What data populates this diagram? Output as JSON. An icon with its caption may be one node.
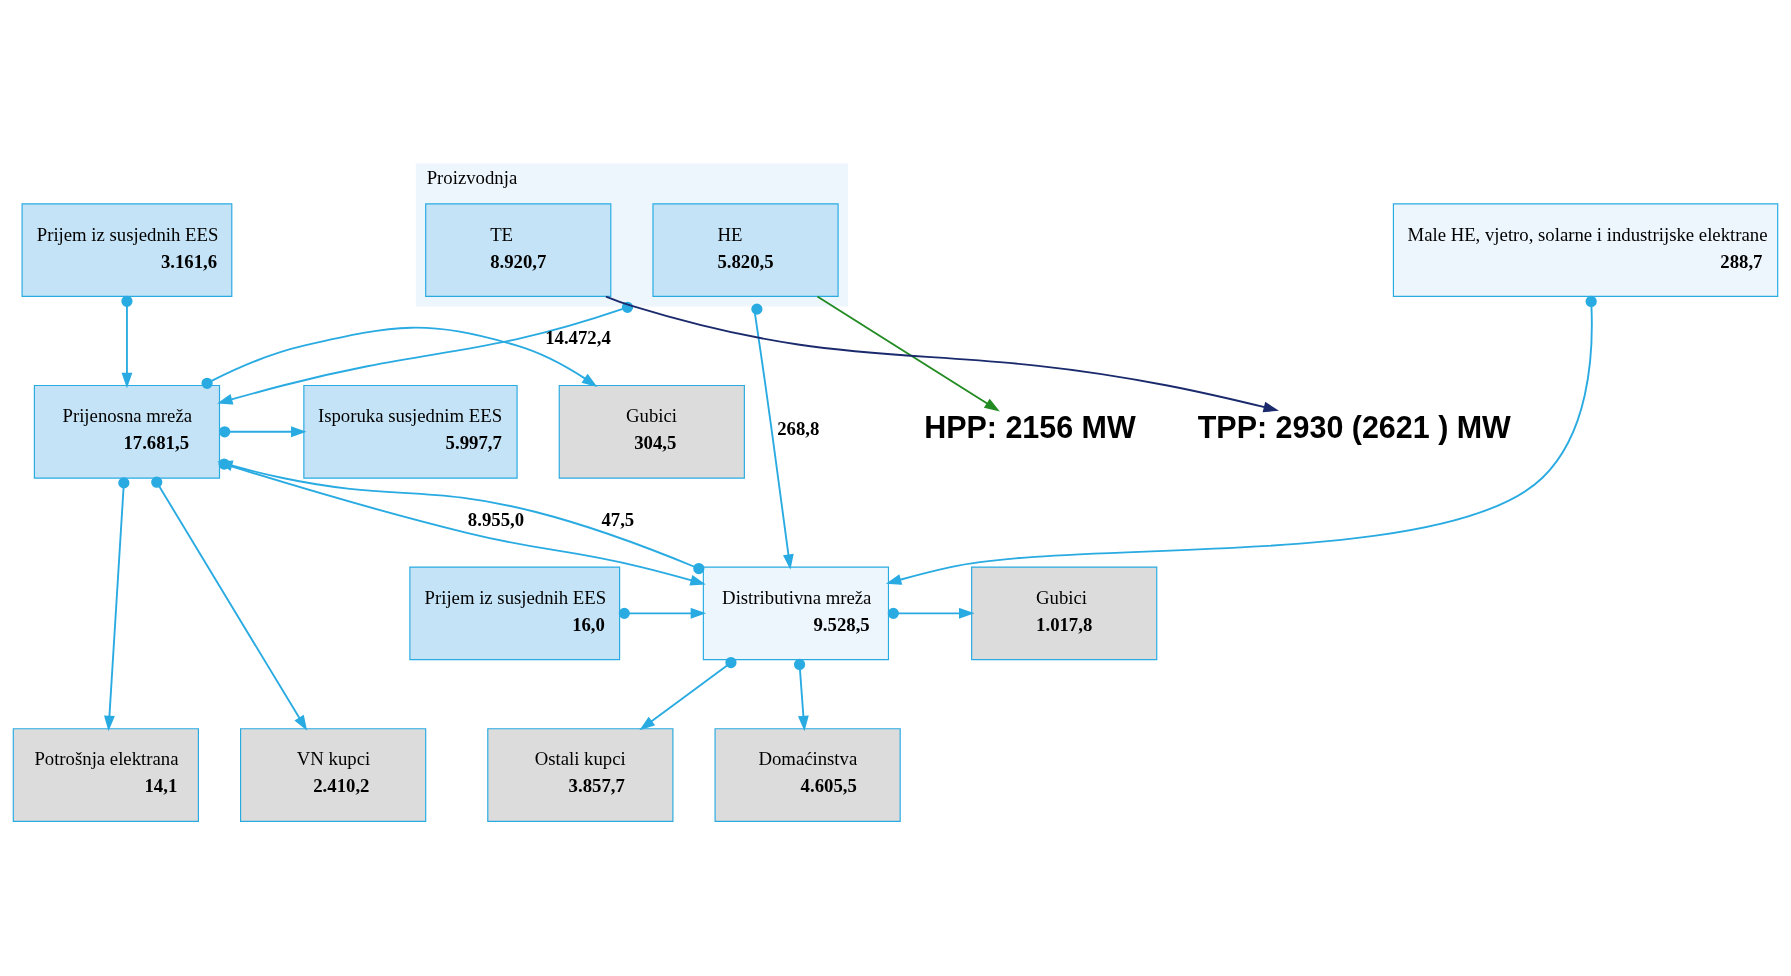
{
  "diagram": {
    "nodes": [
      {
        "text": [
          "Prijem iz susjednih EES",
          "3.161,6"
        ]
      },
      {
        "text": [
          "Proizvodnja"
        ]
      },
      {
        "text": [
          "HE",
          "5.820,5"
        ],
        "in": 1
      },
      {
        "text": [
          "TE",
          "8.920,7"
        ],
        "in": 1
      },
      {
        "text": [
          "Male HE, vjetro, solarne i industrijske elektrane",
          "288,7"
        ]
      },
      {
        "text": [
          "Isporuka susjednim EES",
          "5.997,7"
        ]
      },
      {
        "text": [
          "Prijenosna mreža",
          "17.681,5"
        ]
      },
      {
        "text": [
          "Gubici",
          "304,5"
        ]
      },
      {
        "text": [
          "Distributivna mreža",
          "9.528,5"
        ]
      },
      {
        "text": [
          "Prijem iz susjednih EES",
          "16,0"
        ]
      },
      {
        "text": [
          "Gubici",
          "1.017,8"
        ]
      },
      {
        "text": [
          "Potrošnja elektrana",
          "14,1"
        ]
      },
      {
        "text": [
          "VN kupci",
          "2.410,2"
        ]
      },
      {
        "text": [
          "Ostali kupci",
          "3.857,7"
        ]
      },
      {
        "text": [
          "Domaćinstva",
          "4.605,5"
        ]
      },
      {
        "text": [
          "TPP: 2930 (2621 ) MW"
        ]
      },
      {
        "text": [
          "HPP: 2156 MW"
        ]
      }
    ],
    "edges": [
      {
        "from": 0,
        "to": 6,
        "arrow": "to"
      },
      {
        "from": 1,
        "to": 6,
        "arrow": "to",
        "label": "14.472,4"
      },
      {
        "from": 1,
        "to": 8,
        "arrow": "to",
        "label": "268,8"
      },
      {
        "from": 4,
        "to": 8,
        "arrow": "to"
      },
      {
        "from": 6,
        "to": 5,
        "arrow": "to"
      },
      {
        "from": 6,
        "to": 7,
        "arrow": "to"
      },
      {
        "from": 6,
        "to": 11,
        "arrow": "to"
      },
      {
        "from": 6,
        "to": 12,
        "arrow": "to"
      },
      {
        "from": 8,
        "to": 6,
        "arrow": "to",
        "label": "47,5"
      },
      {
        "from": 6,
        "to": 8,
        "arrow": "to",
        "label": "8.955,0"
      },
      {
        "from": 9,
        "to": 8,
        "arrow": "to"
      },
      {
        "from": 8,
        "to": 10,
        "arrow": "to"
      },
      {
        "from": 8,
        "to": 13,
        "arrow": "to"
      },
      {
        "from": 8,
        "to": 14,
        "arrow": "to"
      },
      {
        "from": 3,
        "to": 15,
        "arrow": "to",
        "color": "#1a2a6c"
      },
      {
        "from": 2,
        "to": 16,
        "arrow": "to",
        "color": "#228b22"
      }
    ]
  }
}
